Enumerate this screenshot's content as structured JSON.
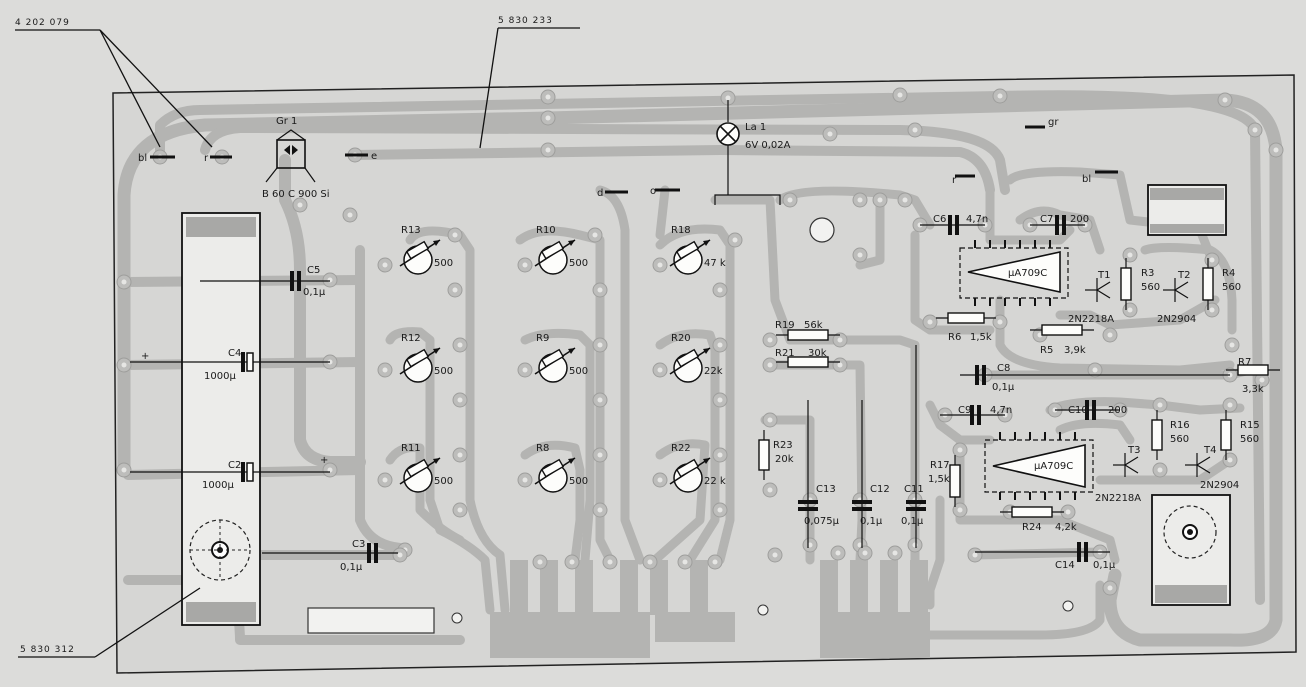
{
  "part_numbers": {
    "left_top": "4 202 079",
    "center_top": "5 830 233",
    "left_bottom": "5 830 312"
  },
  "terminals": {
    "bl_left": "bl",
    "r_left": "r",
    "e": "e",
    "d": "d",
    "o": "o",
    "gr": "gr",
    "r_right": "r",
    "bl_right": "bl"
  },
  "rectifier": {
    "name": "Gr 1",
    "part": "B 60 C 900 Si"
  },
  "lamp": {
    "name": "La 1",
    "rating": "6V 0,02A"
  },
  "components": {
    "C5": {
      "name": "C5",
      "value": "0,1µ"
    },
    "C4": {
      "name": "C4",
      "value": "1000µ"
    },
    "C2": {
      "name": "C2",
      "value": "1000µ"
    },
    "C3": {
      "name": "C3",
      "value": "0,1µ"
    },
    "R13": {
      "name": "R13",
      "value": "500"
    },
    "R12": {
      "name": "R12",
      "value": "500"
    },
    "R11": {
      "name": "R11",
      "value": "500"
    },
    "R10": {
      "name": "R10",
      "value": "500"
    },
    "R9": {
      "name": "R9",
      "value": "500"
    },
    "R8": {
      "name": "R8",
      "value": "500"
    },
    "R18": {
      "name": "R18",
      "value": "47 k"
    },
    "R20": {
      "name": "R20",
      "value": "22k"
    },
    "R22": {
      "name": "R22",
      "value": "22 k"
    },
    "R19": {
      "name": "R19",
      "value": "56k"
    },
    "R21": {
      "name": "R21",
      "value": "30k"
    },
    "R23": {
      "name": "R23",
      "value": "20k"
    },
    "C13": {
      "name": "C13",
      "value": "0,075µ"
    },
    "C12": {
      "name": "C12",
      "value": "0,1µ"
    },
    "C11": {
      "name": "C11",
      "value": "0,1µ"
    },
    "C6": {
      "name": "C6",
      "value": "4,7n"
    },
    "C7": {
      "name": "C7",
      "value": "200"
    },
    "IC1": {
      "name": "µA709C"
    },
    "T1": {
      "name": "T1",
      "value": "2N2218A"
    },
    "T2": {
      "name": "T2",
      "value": "2N2904"
    },
    "R3": {
      "name": "R3",
      "value": "560"
    },
    "R4": {
      "name": "R4",
      "value": "560"
    },
    "R6": {
      "name": "R6",
      "value": "1,5k"
    },
    "R5": {
      "name": "R5",
      "value": "3,9k"
    },
    "C8": {
      "name": "C8",
      "value": "0,1µ"
    },
    "R7": {
      "name": "R7",
      "value": "3,3k"
    },
    "C9": {
      "name": "C9",
      "value": "4,7n"
    },
    "C10": {
      "name": "C10",
      "value": "200"
    },
    "IC2": {
      "name": "µA709C"
    },
    "R16": {
      "name": "R16",
      "value": "560"
    },
    "R15": {
      "name": "R15",
      "value": "560"
    },
    "T3": {
      "name": "T3",
      "value": "2N2218A"
    },
    "T4": {
      "name": "T4",
      "value": "2N2904"
    },
    "R17": {
      "name": "R17",
      "value": "1,5k"
    },
    "R24": {
      "name": "R24",
      "value": "4,2k"
    },
    "C14": {
      "name": "C14",
      "value": "0,1µ"
    }
  },
  "polarity": {
    "plus1": "+",
    "plus2": "+"
  }
}
